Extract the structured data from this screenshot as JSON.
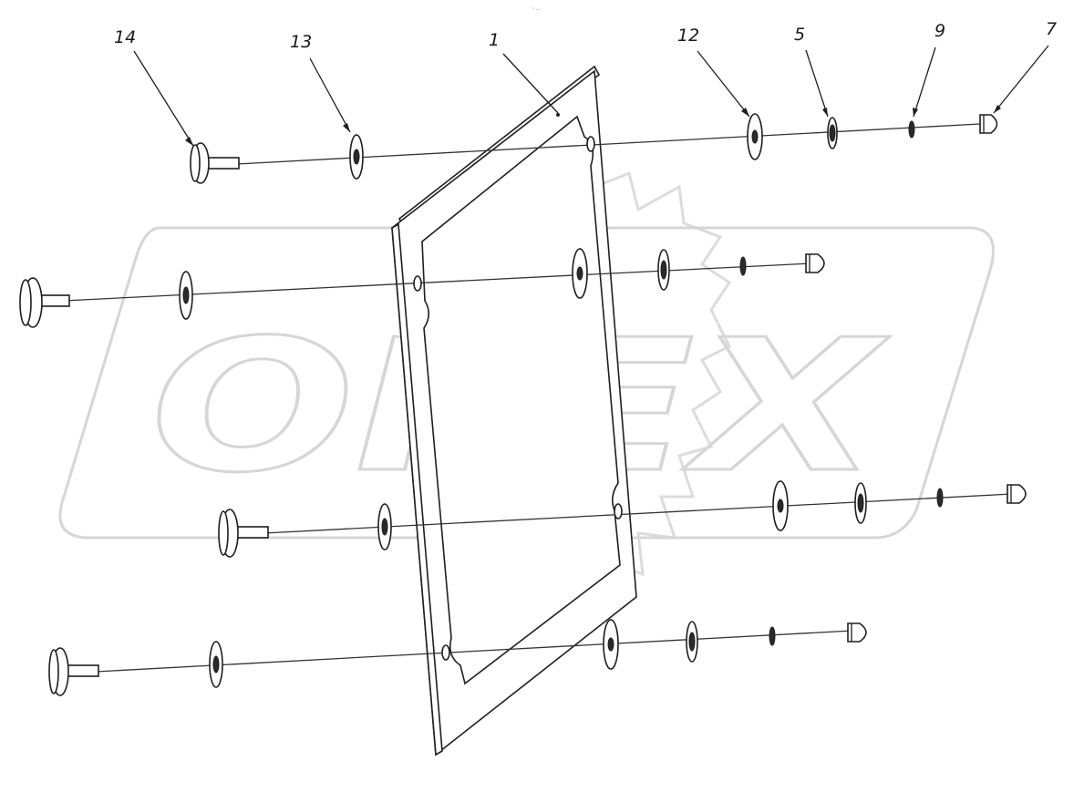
{
  "watermark": {
    "text": "OPEX",
    "color": "#d6d6d6"
  },
  "top_mark": "° —",
  "callouts": [
    {
      "id": "c14",
      "label": "14"
    },
    {
      "id": "c13",
      "label": "13"
    },
    {
      "id": "c1",
      "label": "1"
    },
    {
      "id": "c12",
      "label": "12"
    },
    {
      "id": "c5",
      "label": "5"
    },
    {
      "id": "c9",
      "label": "9"
    },
    {
      "id": "c7",
      "label": "7"
    }
  ],
  "colors": {
    "line": "#1e1e1e",
    "watermark": "#d6d6d6",
    "background": "#ffffff"
  }
}
